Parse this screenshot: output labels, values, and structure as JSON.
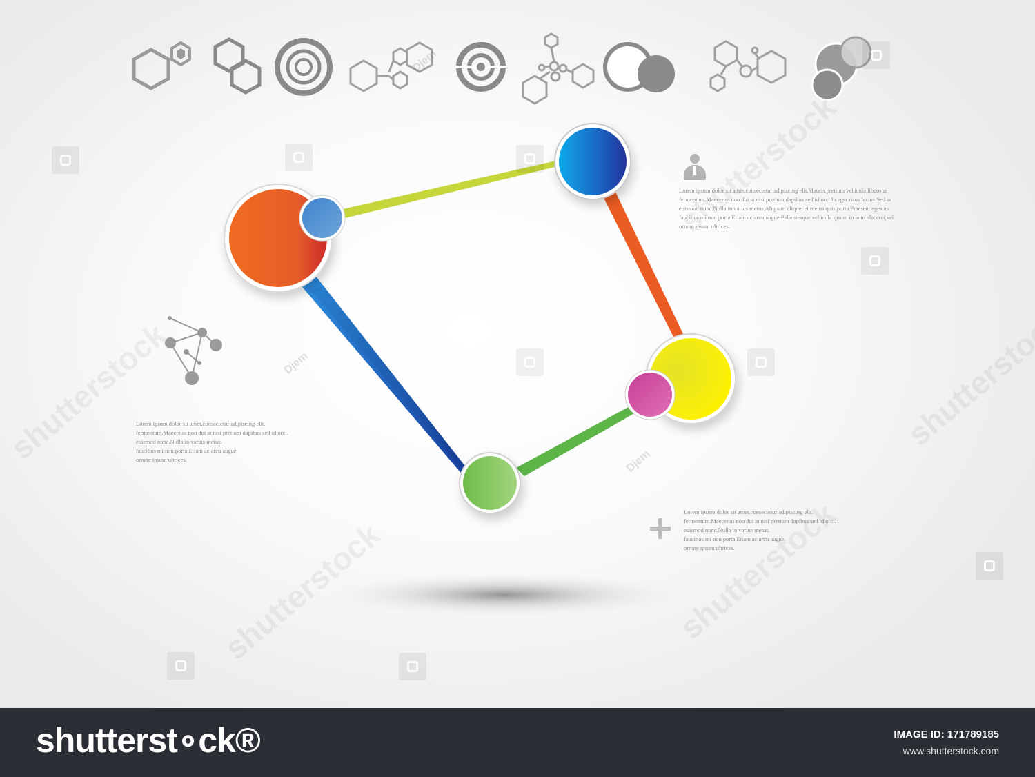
{
  "text_blocks": {
    "right_top": [
      "Lorem ipsum dolor sit amet,consectetur adipiscing elit.Mauris pretium vehicula libero at",
      "fermentum.Maecenas non dui at nisi pretium dapibus sed id orci.In eget risus lectus.Sed at",
      "euismod nunc.Nulla in varius metus.Aliquam aliquet et metus quis porta.Praesent egestas",
      "faucibus mi non porta.Etiam ac arcu augue.Pellentesque vehicula ipsum in ante placerat,vel",
      "ornare ipsum ultrices."
    ],
    "left": [
      "Lorem ipsum dolor sit amet,consectetur adipiscing elit.",
      "fermentum.Maecenas non dui at nisi pretium dapibus sed id orci.",
      "euismod nunc.Nulla in varius metus.",
      "faucibus mi non porta.Etiam ac arcu augue.",
      "ornare ipsum ultrices."
    ],
    "right_bottom": [
      "Lorem ipsum dolor sit amet,consectetur adipiscing elit.",
      "fermentum.Maecenas non dui at nisi pretium dapibus sed id orci.",
      "euismod nunc.Nulla in varius metus.",
      "faucibus mi non porta.Etiam ac arcu augue.",
      "ornare ipsum ultrices."
    ]
  },
  "watermark": {
    "brand": "shutterstock",
    "author": "Djem"
  },
  "footer": {
    "brand": "shutterst∘ck®",
    "image_id": "IMAGE ID: 171789185",
    "site": "www.shutterstock.com"
  },
  "colors": {
    "orange": "#e9632a",
    "blue_node": "#1e6fc8",
    "yellow": "#f5ec16",
    "green": "#7dc45c",
    "pink": "#d2509f",
    "light_blue": "#4f8fd0",
    "footer_bg": "#2b2e35",
    "icon_gray": "#9a9a9a"
  }
}
